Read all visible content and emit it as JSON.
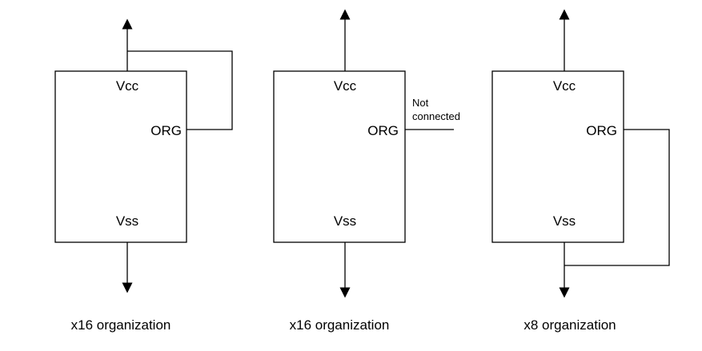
{
  "diagrams": [
    {
      "pins": {
        "vcc": "Vcc",
        "org": "ORG",
        "vss": "Vss"
      },
      "caption": "x16 organization"
    },
    {
      "pins": {
        "vcc": "Vcc",
        "org": "ORG",
        "vss": "Vss"
      },
      "caption": "x16 organization",
      "note_line1": "Not",
      "note_line2": "connected"
    },
    {
      "pins": {
        "vcc": "Vcc",
        "org": "ORG",
        "vss": "Vss"
      },
      "caption": "x8 organization"
    }
  ]
}
